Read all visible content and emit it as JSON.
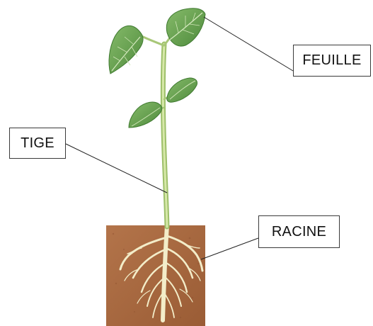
{
  "labels": {
    "leaf": "FEUILLE",
    "stem": "TIGE",
    "root": "RACINE"
  },
  "colors": {
    "soil": "#a8683f",
    "leaf": "#5e9a4a",
    "stem": "#c8dc9a",
    "root": "#f2ecc7",
    "line": "#222222"
  }
}
